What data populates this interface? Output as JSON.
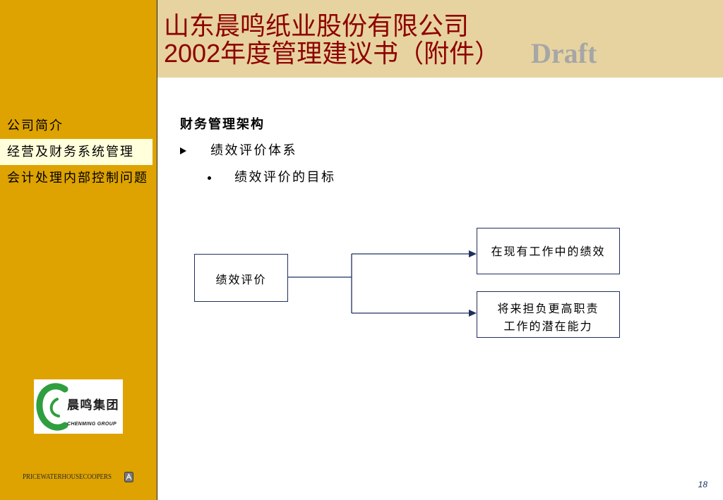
{
  "slide": {
    "title_line1": "山东晨鸣纸业股份有限公司",
    "title_line2": "2002年度管理建议书（附件）",
    "status_label": "Draft",
    "page_number": "18"
  },
  "sidebar": {
    "items": [
      {
        "label": "公司简介",
        "active": false
      },
      {
        "label": "经营及财务系统管理",
        "active": true
      },
      {
        "label": "会计处理内部控制问题",
        "active": false
      }
    ],
    "company_logo": {
      "icon": "chenming-c-icon",
      "name_cn": "晨鸣集团",
      "name_en": "CHENMING GROUP"
    },
    "firm_logo": {
      "text": "PRICEWATERHOUSECOOPERS",
      "icon": "pwc-emblem-icon"
    }
  },
  "main": {
    "heading": "财务管理架构",
    "bullets": [
      {
        "icon": "arrow-bullet",
        "text": "绩效评价体系"
      },
      {
        "icon": "dot-bullet",
        "text": "绩效评价的目标"
      }
    ],
    "diagram": {
      "nodes": [
        {
          "lines": [
            "绩效评价"
          ]
        },
        {
          "lines": [
            "在现有工作中的绩效"
          ]
        },
        {
          "lines": [
            "将来担负更高职责",
            "工作的潜在能力"
          ]
        }
      ]
    }
  },
  "colors": {
    "sidebar": "#DEA300",
    "header_band": "#E6D3A0",
    "title": "#8E0000",
    "draft_text": "#A6A6A6",
    "active_item": "#FFFFDC",
    "diagram_line": "#1F3060",
    "logo_green": "#2F9E3F"
  }
}
